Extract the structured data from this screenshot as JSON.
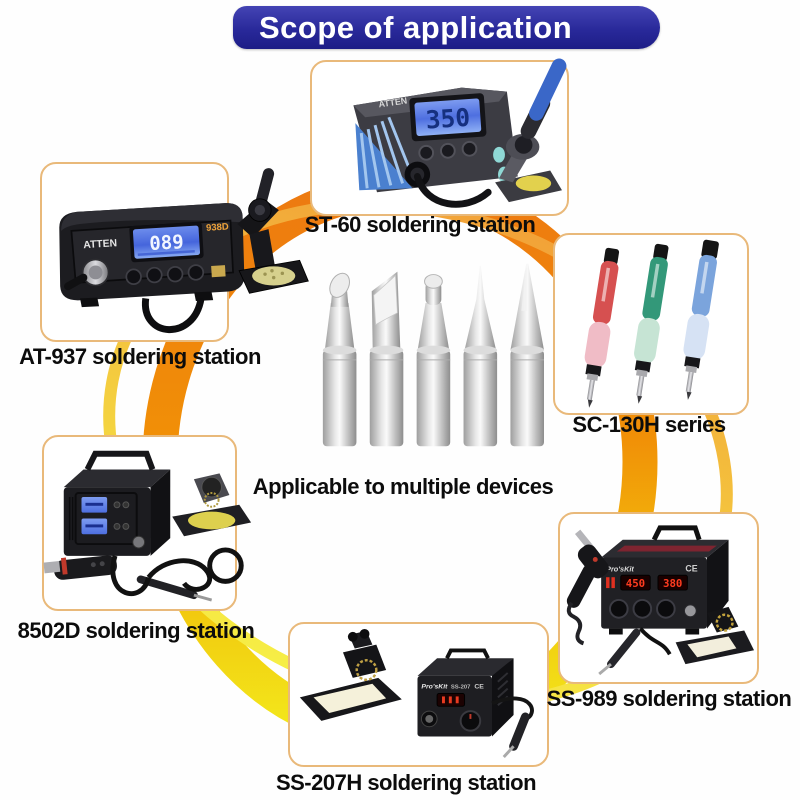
{
  "title": {
    "text": "Scope of application"
  },
  "center": {
    "caption": "Applicable to multiple devices",
    "tips": [
      "bevel tip",
      "knife tip",
      "hoof tip",
      "fine conical tip",
      "conical tip"
    ]
  },
  "products": {
    "st60": {
      "label": "ST-60 soldering station",
      "brand": "ATTEN",
      "display": "350"
    },
    "at937": {
      "label": "AT-937 soldering station",
      "brand": "ATTEN",
      "model": "938D",
      "display": "089"
    },
    "sc130h": {
      "label": "SC-130H series"
    },
    "d8502": {
      "label": "8502D soldering station"
    },
    "ss989": {
      "label": "SS-989 soldering station",
      "brand": "Pro'sKit",
      "ce_mark": "CE",
      "display_air": "450",
      "display_iron": "380"
    },
    "ss207h": {
      "label": "SS-207H soldering station",
      "brand": "Pro'sKit",
      "model": "SS-207",
      "ce_mark": "CE"
    }
  },
  "colors": {
    "banner_blue": "#2b2b9e",
    "ring_orange": "#ed7a10",
    "ring_yellow": "#f3e91c",
    "card_border": "#e9b97a",
    "sc130h_handles": [
      "#d65050",
      "#339879",
      "#7ba4dc"
    ]
  }
}
